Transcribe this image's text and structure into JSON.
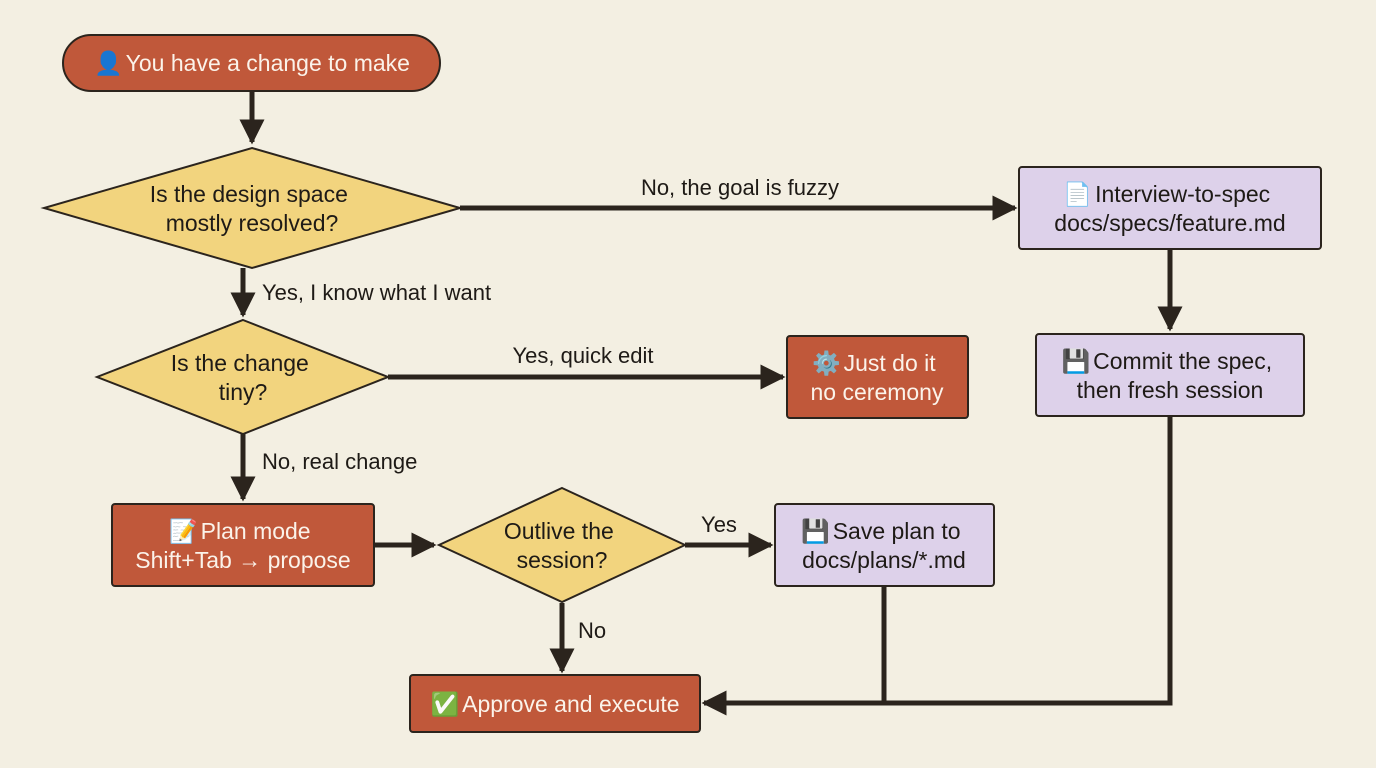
{
  "colors": {
    "background": "#f3efe2",
    "start_action": "#c0583a",
    "decision": "#f2d47e",
    "artifact": "#ddd1ea",
    "outline": "#2b241d",
    "arrow": "#2b241d"
  },
  "nodes": {
    "start": {
      "icon": "👤",
      "icon_name": "person-icon",
      "line1": "You have a change to make"
    },
    "design_decision": {
      "line1": "Is the design space",
      "line2": "mostly resolved?"
    },
    "tiny_decision": {
      "line1": "Is the change",
      "line2": "tiny?"
    },
    "interview": {
      "icon": "📄",
      "icon_name": "document-icon",
      "line1": "Interview-to-spec",
      "line2": "docs/specs/feature.md"
    },
    "commit_spec": {
      "icon": "💾",
      "icon_name": "floppy-disk-icon",
      "line1": "Commit the spec,",
      "line2": "then fresh session"
    },
    "just_do": {
      "icon": "⚙️",
      "icon_name": "gear-icon",
      "line1": "Just do it",
      "line2": "no ceremony"
    },
    "plan_mode": {
      "icon": "📝",
      "icon_name": "memo-icon",
      "line1": "Plan mode",
      "line2": "Shift+Tab → propose"
    },
    "outlive_decision": {
      "line1": "Outlive the",
      "line2": "session?"
    },
    "save_plan": {
      "icon": "💾",
      "icon_name": "floppy-disk-icon",
      "line1": "Save plan to",
      "line2": "docs/plans/*.md"
    },
    "approve": {
      "icon": "✅",
      "icon_name": "check-mark-icon",
      "line1": "Approve and execute"
    }
  },
  "edges": {
    "goal_fuzzy": "No, the goal is fuzzy",
    "know_want": "Yes, I know what I want",
    "quick_edit": "Yes, quick edit",
    "real_change": "No, real change",
    "yes": "Yes",
    "no": "No"
  }
}
